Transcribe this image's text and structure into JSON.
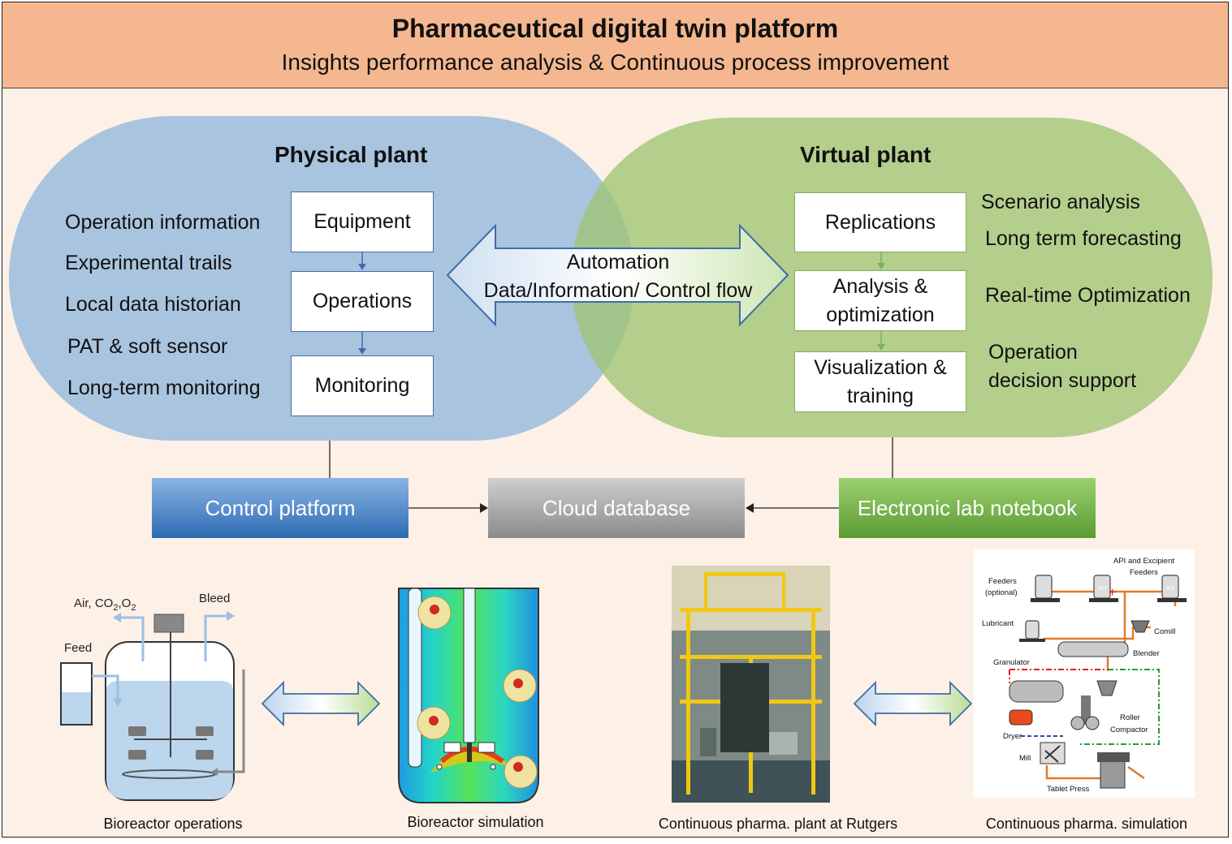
{
  "header": {
    "title": "Pharmaceutical digital twin platform",
    "subtitle": "Insights performance analysis  & Continuous process improvement"
  },
  "physical": {
    "heading": "Physical plant",
    "features": [
      "Operation information",
      "Experimental trails",
      "Local data historian",
      "PAT & soft sensor",
      "Long-term monitoring"
    ],
    "boxes": [
      "Equipment",
      "Operations",
      "Monitoring"
    ]
  },
  "virtual": {
    "heading": "Virtual plant",
    "boxes": [
      "Replications",
      "Analysis  &",
      "optimization",
      "Visualization &",
      "training"
    ],
    "features": [
      "Scenario analysis",
      "Long term forecasting",
      "Real-time Optimization",
      "Operation",
      "decision support"
    ]
  },
  "exchange": {
    "line1": "Automation",
    "line2": "Data/Information/ Control flow"
  },
  "platforms": {
    "control": "Control platform",
    "cloud": "Cloud database",
    "eln": "Electronic lab notebook"
  },
  "bioreactor_diagram": {
    "gas_prefix": "Air, CO",
    "gas_sub1": "2",
    "gas_mid": ",O",
    "gas_sub2": "2",
    "bleed": "Bleed",
    "feed": "Feed"
  },
  "process_diagram": {
    "api_feeders": "API and Excipient",
    "api_feeders2": "Feeders",
    "feeders_opt": "Feeders",
    "feeders_opt2": "(optional)",
    "api": "API",
    "ex": "EX",
    "lubricant": "Lubricant",
    "comill": "Comill",
    "blender": "Blender",
    "granulator": "Granulator",
    "roller": "Roller",
    "compactor": "Compactor",
    "dryer": "Dryer",
    "mill": "Mill",
    "tablet_press": "Tablet Press"
  },
  "captions": {
    "bioreactor_ops": "Bioreactor operations",
    "bioreactor_sim": "Bioreactor simulation",
    "rutgers_plant": "Continuous pharma. plant at Rutgers",
    "pharma_sim": "Continuous pharma.  simulation"
  },
  "colors": {
    "header_bg": "#f4b78f",
    "physical_ellipse": "#a9c4df",
    "virtual_ellipse": "#9fc472",
    "control_platform": "#2d6bb4",
    "cloud_database": "#8a8a8a",
    "eln": "#5b9a33"
  }
}
